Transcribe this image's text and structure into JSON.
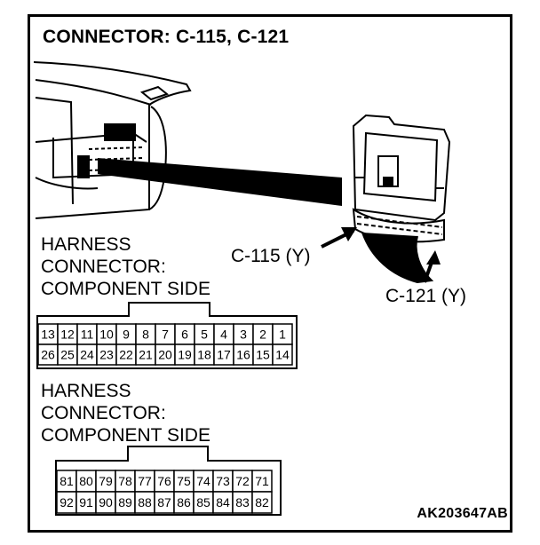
{
  "title": "CONNECTOR: C-115, C-121",
  "labels": {
    "harness_1": "HARNESS\nCONNECTOR:\nCOMPONENT SIDE",
    "harness_2": "HARNESS\nCONNECTOR:\nCOMPONENT SIDE",
    "callout_c115": "C-115 (Y)",
    "callout_c121": "C-121 (Y)",
    "ref_code": "AK203647AB"
  },
  "connector_c115": {
    "top_row": [
      "13",
      "12",
      "11",
      "10",
      "9",
      "8",
      "7",
      "6",
      "5",
      "4",
      "3",
      "2",
      "1"
    ],
    "bottom_row": [
      "26",
      "25",
      "24",
      "23",
      "22",
      "21",
      "20",
      "19",
      "18",
      "17",
      "16",
      "15",
      "14"
    ]
  },
  "connector_c121": {
    "top_row": [
      "81",
      "80",
      "79",
      "78",
      "77",
      "76",
      "75",
      "74",
      "73",
      "72",
      "71"
    ],
    "bottom_row": [
      "92",
      "91",
      "90",
      "89",
      "88",
      "87",
      "86",
      "85",
      "84",
      "83",
      "82"
    ]
  }
}
